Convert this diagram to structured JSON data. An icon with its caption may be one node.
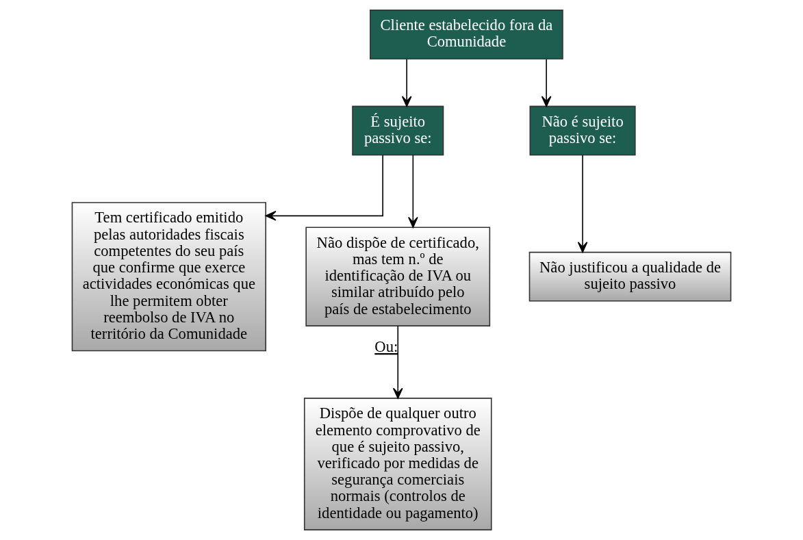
{
  "diagram": {
    "nodes": [
      {
        "text": [
          "Cliente estabelecido fora da Comunidade"
        ]
      },
      {
        "text": [
          "É sujeito passivo se:"
        ]
      },
      {
        "text": [
          "Não é sujeito passivo se:"
        ]
      },
      {
        "text": [
          "Tem certificado emitido pelas autoridades fiscais competentes do seu país que confirme que exerce actividades económicas que lhe permitem obter reembolso de IVA no território da Comunidade"
        ]
      },
      {
        "text": [
          "Não dispõe de certificado, mas tem n.º de identificação de IVA ou similar atribuído pelo país de estabelecimento"
        ]
      },
      {
        "text": [
          "Dispõe de qualquer outro elemento comprovativo de que é sujeito passivo, verificado por medidas de segurança comerciais normais (controlos de identidade ou pagamento)"
        ]
      },
      {
        "text": [
          "Não justificou a qualidade de sujeito passivo"
        ]
      }
    ],
    "edges": [
      {
        "from": 0,
        "to": 1,
        "arrow": "to"
      },
      {
        "from": 0,
        "to": 2,
        "arrow": "to"
      },
      {
        "from": 1,
        "to": 3,
        "arrow": "to"
      },
      {
        "from": 1,
        "to": 4,
        "arrow": "to"
      },
      {
        "from": 4,
        "to": 5,
        "arrow": "to",
        "label": "Ou:"
      },
      {
        "from": 2,
        "to": 6,
        "arrow": "to"
      }
    ]
  }
}
